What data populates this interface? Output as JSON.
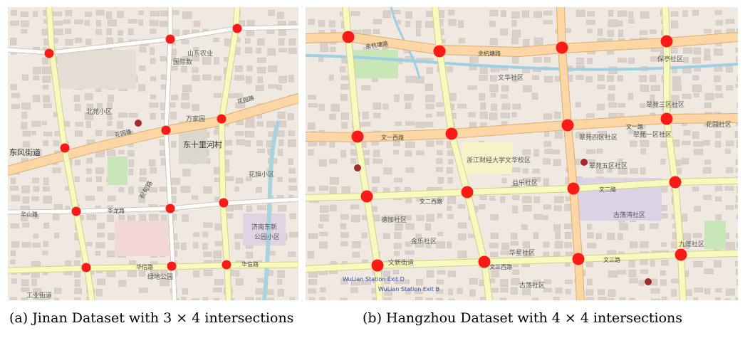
{
  "colors": {
    "land": "#efe9e1",
    "block": "#d9d0c9",
    "primary_road": "#fcd6a4",
    "primary_casing": "#e2ae6e",
    "secondary_road": "#f7fabf",
    "tertiary_road": "#ffffff",
    "green_area": "#c8e6b8",
    "water": "#aad3df",
    "canal": "#9ecfe3",
    "intersection_marker": "#ff1a1a"
  },
  "panels": [
    {
      "id": "jinan",
      "caption": "(a) Jinan Dataset with 3 × 4 intersections",
      "intersection_count": 12,
      "labels": [
        {
          "key": "dfjd",
          "text": "东风街道"
        },
        {
          "key": "dsll",
          "text": "东十里河村"
        },
        {
          "key": "hyl",
          "text": "花园路"
        },
        {
          "key": "hyl2",
          "text": "花园路"
        },
        {
          "key": "hsl",
          "text": "华山路"
        },
        {
          "key": "hzl",
          "text": "华龙路"
        },
        {
          "key": "hxl",
          "text": "华信路"
        },
        {
          "key": "hxl2",
          "text": "华信路"
        },
        {
          "key": "gms",
          "text": "国际数"
        },
        {
          "key": "sdny",
          "text": "山东农业"
        },
        {
          "key": "byxq",
          "text": "北苑小区"
        },
        {
          "key": "zbhx",
          "text": "祝甸路"
        },
        {
          "key": "wgy",
          "text": "万家园"
        },
        {
          "key": "jnxl",
          "text": "绿地公园"
        },
        {
          "key": "jndx",
          "text": "济南东新"
        },
        {
          "key": "gkxq",
          "text": "公园小区"
        },
        {
          "key": "hqxq",
          "text": "花旗小区"
        },
        {
          "key": "sqjd",
          "text": "工业街道"
        }
      ]
    },
    {
      "id": "hangzhou",
      "caption": "(b) Hangzhou Dataset with 4 × 4 intersections",
      "intersection_count": 16,
      "labels": [
        {
          "key": "xyl",
          "text": "余杭塘路"
        },
        {
          "key": "xyl2",
          "text": "余杭塘路"
        },
        {
          "key": "wyxl",
          "text": "文一西路"
        },
        {
          "key": "wyl",
          "text": "文一路"
        },
        {
          "key": "wexl",
          "text": "文二西路"
        },
        {
          "key": "wel",
          "text": "文二路"
        },
        {
          "key": "wsxl",
          "text": "文三西路"
        },
        {
          "key": "wsl",
          "text": "文三路"
        },
        {
          "key": "zjcj",
          "text": "浙江财经大学文华校区"
        },
        {
          "key": "wxsq",
          "text": "文华社区"
        },
        {
          "key": "bssq",
          "text": "保亭社区"
        },
        {
          "key": "cysq",
          "text": "翠苑三区社区"
        },
        {
          "key": "cyyq",
          "text": "翠苑一区社区"
        },
        {
          "key": "cyeq",
          "text": "翠苑四区社区"
        },
        {
          "key": "cywq",
          "text": "翠苑五区社区"
        },
        {
          "key": "hdsq",
          "text": "华星社区"
        },
        {
          "key": "jlsq",
          "text": "金乐社区"
        },
        {
          "key": "glxq",
          "text": "古荡湾社区"
        },
        {
          "key": "jldq",
          "text": "九莲社区"
        },
        {
          "key": "hysq",
          "text": "花园社区"
        },
        {
          "key": "wxlj",
          "text": "文新街道"
        },
        {
          "key": "dfsq",
          "text": "德加社区"
        },
        {
          "key": "ybsq",
          "text": "益乐社区"
        },
        {
          "key": "gdsq",
          "text": "古荡社区"
        },
        {
          "key": "wulian",
          "text": "WuLian Station Exit D"
        },
        {
          "key": "wulian2",
          "text": "WuLian Station Exit B"
        }
      ]
    }
  ]
}
